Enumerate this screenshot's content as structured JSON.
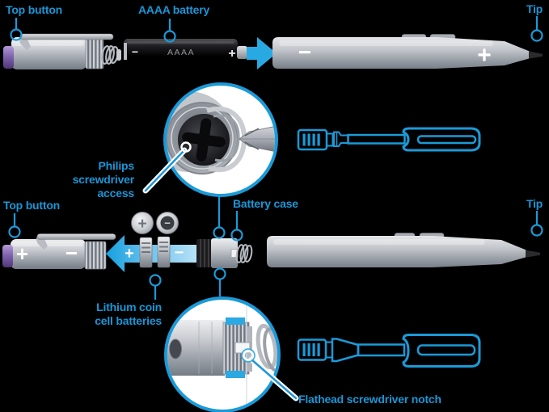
{
  "colors": {
    "background": "#000000",
    "label_blue": "#1a96d6",
    "callout_blue": "#1b9ad8",
    "arrow_blue": "#29a9e2",
    "arrow_light_blue": "#a8d9f4",
    "inset_background": "#ffffff",
    "highlight_blue": "#2aa9e2"
  },
  "top_diagram": {
    "top_button_label": "Top button",
    "battery_label": "AAAA battery",
    "tip_label": "Tip",
    "battery_minus": "−",
    "battery_name": "AAAA",
    "battery_plus": "+",
    "pen_minus": "−",
    "pen_plus": "+"
  },
  "middle": {
    "philips_line1": "Philips",
    "philips_line2": "screwdriver",
    "philips_line3": "access",
    "battery_case_label": "Battery case",
    "coin_plus": "+",
    "coin_minus": "−"
  },
  "bottom_diagram": {
    "top_button_label": "Top button",
    "tip_label": "Tip",
    "cap_plus": "+",
    "cap_minus": "−",
    "arrow_plus": "+",
    "arrow_minus": "−",
    "lithium_line1": "Lithium coin",
    "lithium_line2": "cell batteries",
    "flathead_label": "Flathead screwdriver notch"
  }
}
